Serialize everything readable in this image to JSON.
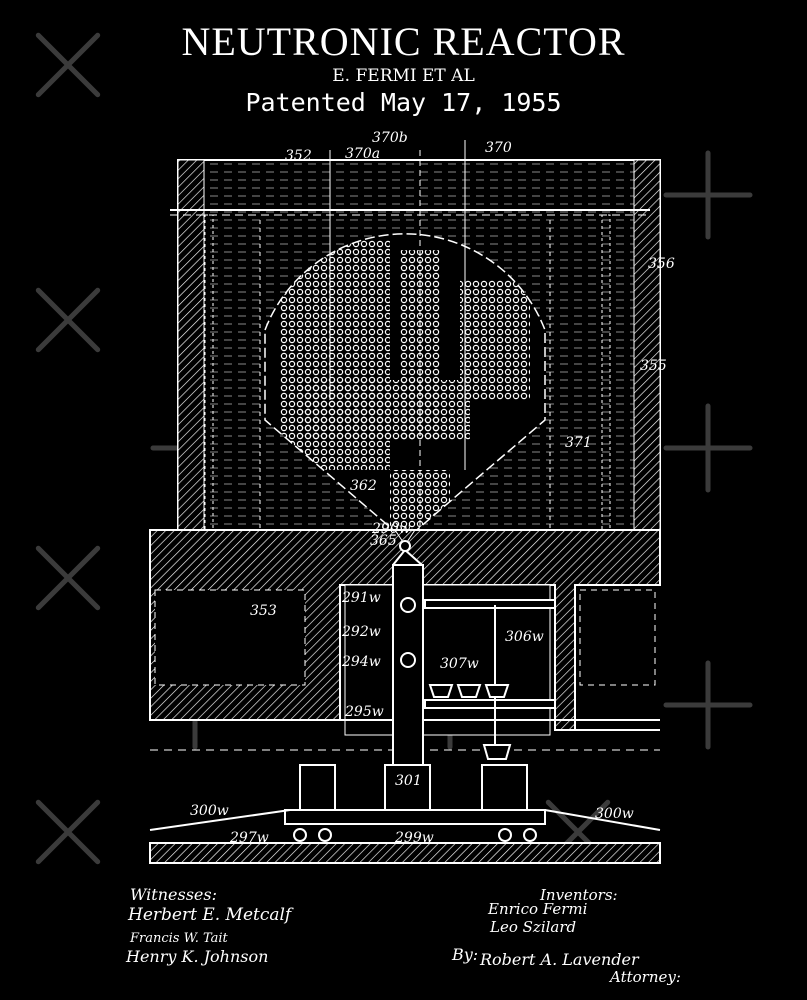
{
  "header": {
    "title": "NEUTRONIC REACTOR",
    "inventor_line": "E. FERMI ET AL",
    "patent_date": "Patented  May 17, 1955"
  },
  "drawing": {
    "labels": {
      "l352": "352",
      "l370a": "370a",
      "l370b": "370b",
      "l370": "370",
      "l356": "356",
      "l355": "355",
      "l371": "371",
      "l362": "362",
      "l290w": "290w",
      "l365": "365",
      "l353": "353",
      "l291w": "291w",
      "l292w": "292w",
      "l294w": "294w",
      "l295w": "295w",
      "l306w": "306w",
      "l307w": "307w",
      "l301": "301",
      "l300w_left": "300w",
      "l300w_right": "300w",
      "l297w": "297w",
      "l299w": "299w"
    }
  },
  "signatures": {
    "witnesses_heading": "Witnesses:",
    "witnesses": [
      "Herbert E. Metcalf",
      "Francis W. Tait",
      "Henry K. Johnson"
    ],
    "inventors_heading": "Inventors:",
    "inventors": [
      "Enrico Fermi",
      "Leo Szilard"
    ],
    "by_label": "By:",
    "attorney_signature": "Robert A. Lavender",
    "attorney_label": "Attorney:"
  },
  "colors": {
    "background": "#000000",
    "ink": "#ffffff",
    "watermark": "#555555"
  }
}
